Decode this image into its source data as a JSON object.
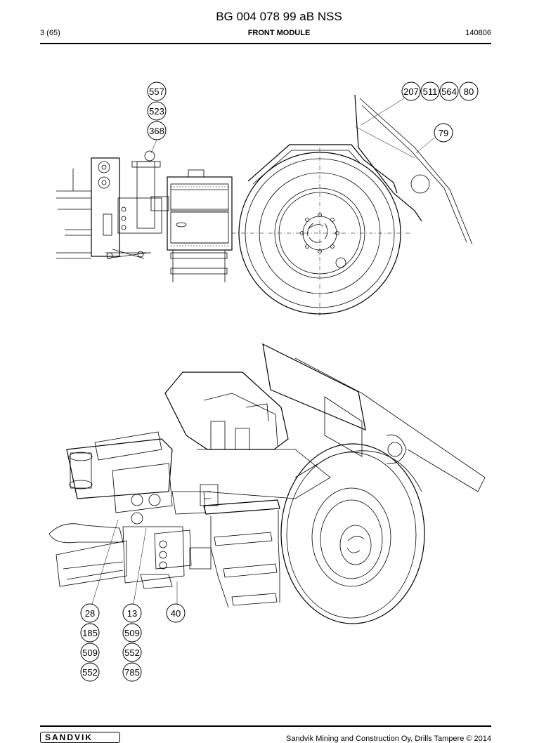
{
  "header": {
    "title": "BG 004 078 99 aB NSS",
    "page": "3 (65)",
    "section": "FRONT MODULE",
    "date": "140806"
  },
  "callouts_top": {
    "c557": "557",
    "c523": "523",
    "c368": "368",
    "c207": "207",
    "c511": "511",
    "c564": "564",
    "c80": "80",
    "c79": "79"
  },
  "callouts_bottom": {
    "c28": "28",
    "c185": "185",
    "c509a": "509",
    "c552a": "552",
    "c13": "13",
    "c509b": "509",
    "c552b": "552",
    "c785": "785",
    "c40": "40"
  },
  "footer": {
    "logo": "SANDVIK",
    "copyright": "Sandvik Mining and Construction Oy, Drills Tampere © 2014"
  }
}
